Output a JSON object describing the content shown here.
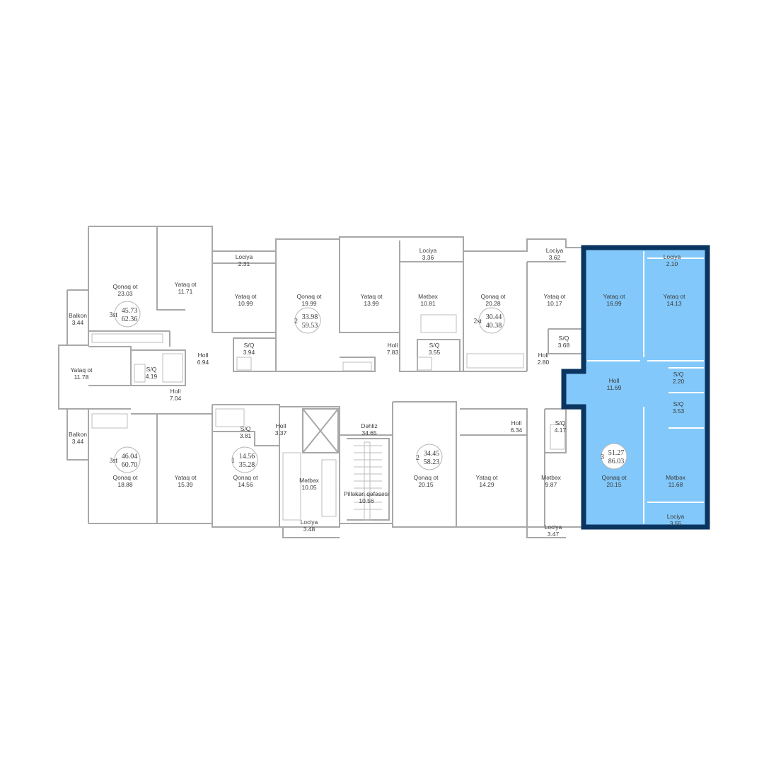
{
  "colors": {
    "highlight_fill": "#82c8fa",
    "highlight_border": "#0b3561",
    "wall": "#a8a8a8",
    "text": "#3a3a3a"
  },
  "rooms": [
    {
      "id": "qonaq-a1",
      "name": "Qonaq ot",
      "area": "23.03"
    },
    {
      "id": "yataq-a1",
      "name": "Yataq ot",
      "area": "11.71"
    },
    {
      "id": "balkon-a1",
      "name": "Balkon",
      "area": "3.44"
    },
    {
      "id": "lociya-b1",
      "name": "Lociya",
      "area": "2.31"
    },
    {
      "id": "yataq-b1",
      "name": "Yataq ot",
      "area": "10.99"
    },
    {
      "id": "qonaq-b1",
      "name": "Qonaq ot",
      "area": "19.99"
    },
    {
      "id": "yataq-b2",
      "name": "Yataq ot",
      "area": "13.99"
    },
    {
      "id": "lociya-c1",
      "name": "Lociya",
      "area": "3.36"
    },
    {
      "id": "metbex-c1",
      "name": "Mətbəx",
      "area": "10.81"
    },
    {
      "id": "qonaq-c1",
      "name": "Qonaq ot",
      "area": "20.28"
    },
    {
      "id": "lociya-c2",
      "name": "Lociya",
      "area": "3.62"
    },
    {
      "id": "yataq-c1",
      "name": "Yataq ot",
      "area": "10.17"
    },
    {
      "id": "sq-c1",
      "name": "S/Q",
      "area": "3.68"
    },
    {
      "id": "holl-c1",
      "name": "Holl",
      "area": "2.80"
    },
    {
      "id": "holl-b1",
      "name": "Holl",
      "area": "6.94"
    },
    {
      "id": "sq-b1",
      "name": "S/Q",
      "area": "3.94"
    },
    {
      "id": "holl-b2",
      "name": "Holl",
      "area": "7.83"
    },
    {
      "id": "sq-b2",
      "name": "S/Q",
      "area": "3.55"
    },
    {
      "id": "yataq-a2",
      "name": "Yataq ot",
      "area": "11.78"
    },
    {
      "id": "sq-a1",
      "name": "S/Q",
      "area": "4.19"
    },
    {
      "id": "holl-a1",
      "name": "Holl",
      "area": "7.04"
    },
    {
      "id": "balkon-a2",
      "name": "Balkon",
      "area": "3.44"
    },
    {
      "id": "qonaq-a2",
      "name": "Qonaq ot",
      "area": "18.88"
    },
    {
      "id": "yataq-a3",
      "name": "Yataq ot",
      "area": "15.39"
    },
    {
      "id": "sq-d1",
      "name": "S/Q",
      "area": "3.81"
    },
    {
      "id": "qonaq-d1",
      "name": "Qonaq ot",
      "area": "14.56"
    },
    {
      "id": "holl-d1",
      "name": "Holl",
      "area": "3.37"
    },
    {
      "id": "metbex-d1",
      "name": "Mətbəx",
      "area": "10.05"
    },
    {
      "id": "lociya-d1",
      "name": "Lociya",
      "area": "3.48"
    },
    {
      "id": "dehliz",
      "name": "Dəhliz",
      "area": "34.65"
    },
    {
      "id": "pillekan",
      "name": "Pilləkən qəfəsəsi",
      "area": "10.56"
    },
    {
      "id": "qonaq-e1",
      "name": "Qonaq ot",
      "area": "20.15"
    },
    {
      "id": "holl-e1",
      "name": "Holl",
      "area": "6.34"
    },
    {
      "id": "yataq-e1",
      "name": "Yataq ot",
      "area": "14.29"
    },
    {
      "id": "sq-e1",
      "name": "S/Q",
      "area": "4.17"
    },
    {
      "id": "metbex-e1",
      "name": "Mətbəx",
      "area": "9.87"
    },
    {
      "id": "lociya-e1",
      "name": "Lociya",
      "area": "3.47"
    },
    {
      "id": "yataq-f1",
      "name": "Yataq ot",
      "area": "16.99"
    },
    {
      "id": "lociya-f1",
      "name": "Lociya",
      "area": "2.10"
    },
    {
      "id": "yataq-f2",
      "name": "Yataq ot",
      "area": "14.13"
    },
    {
      "id": "holl-f1",
      "name": "Holl",
      "area": "11.69"
    },
    {
      "id": "sq-f1",
      "name": "S/Q",
      "area": "2.20"
    },
    {
      "id": "sq-f2",
      "name": "S/Q",
      "area": "3.53"
    },
    {
      "id": "qonaq-f1",
      "name": "Qonaq ot",
      "area": "20.15"
    },
    {
      "id": "metbex-f1",
      "name": "Mətbəx",
      "area": "11.68"
    },
    {
      "id": "lociya-f2",
      "name": "Lociya",
      "area": "3.55"
    }
  ],
  "apartments": [
    {
      "id": "apt-a-top",
      "rooms": "3st",
      "living": "45.73",
      "total": "62.36"
    },
    {
      "id": "apt-b",
      "rooms": "2",
      "living": "33.98",
      "total": "59.53"
    },
    {
      "id": "apt-c",
      "rooms": "2st",
      "living": "30.44",
      "total": "40.38"
    },
    {
      "id": "apt-a-bottom",
      "rooms": "3st",
      "living": "46.04",
      "total": "60.70"
    },
    {
      "id": "apt-d",
      "rooms": "1",
      "living": "14.56",
      "total": "35.28"
    },
    {
      "id": "apt-e",
      "rooms": "2",
      "living": "34.45",
      "total": "58.23"
    },
    {
      "id": "apt-f",
      "rooms": "3",
      "living": "51.27",
      "total": "86.03",
      "highlighted": true
    }
  ]
}
